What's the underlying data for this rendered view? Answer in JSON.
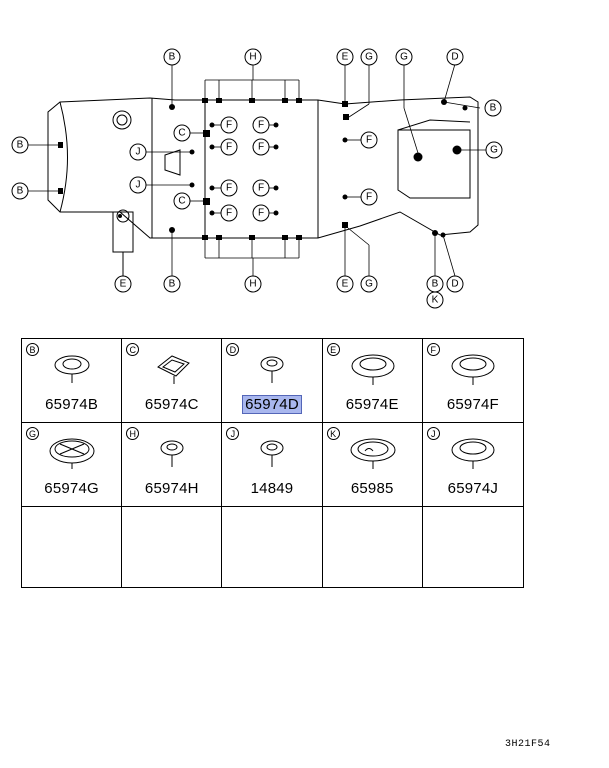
{
  "diagram": {
    "callout_letters": [
      "B",
      "C",
      "D",
      "E",
      "F",
      "G",
      "H",
      "J",
      "K"
    ]
  },
  "parts": [
    {
      "letter": "B",
      "part_number": "65974B",
      "icon": "round-grommet",
      "highlighted": false
    },
    {
      "letter": "C",
      "part_number": "65974C",
      "icon": "square-plug",
      "highlighted": false
    },
    {
      "letter": "D",
      "part_number": "65974D",
      "icon": "small-grommet",
      "highlighted": true
    },
    {
      "letter": "E",
      "part_number": "65974E",
      "icon": "large-grommet",
      "highlighted": false
    },
    {
      "letter": "F",
      "part_number": "65974F",
      "icon": "large-grommet",
      "highlighted": false
    },
    {
      "letter": "G",
      "part_number": "65974G",
      "icon": "cross-plug",
      "highlighted": false
    },
    {
      "letter": "H",
      "part_number": "65974H",
      "icon": "small-grommet",
      "highlighted": false
    },
    {
      "letter": "J",
      "part_number": "14849",
      "icon": "small-grommet",
      "highlighted": false
    },
    {
      "letter": "K",
      "part_number": "65985",
      "icon": "deep-plug",
      "highlighted": false
    },
    {
      "letter": "J",
      "part_number": "65974J",
      "icon": "large-grommet",
      "highlighted": false
    },
    {
      "letter": "",
      "part_number": "",
      "icon": "",
      "highlighted": false
    },
    {
      "letter": "",
      "part_number": "",
      "icon": "",
      "highlighted": false
    },
    {
      "letter": "",
      "part_number": "",
      "icon": "",
      "highlighted": false
    },
    {
      "letter": "",
      "part_number": "",
      "icon": "",
      "highlighted": false
    },
    {
      "letter": "",
      "part_number": "",
      "icon": "",
      "highlighted": false
    }
  ],
  "footer": {
    "code": "3H21F54"
  },
  "colors": {
    "highlight": "#a9b7ee"
  }
}
